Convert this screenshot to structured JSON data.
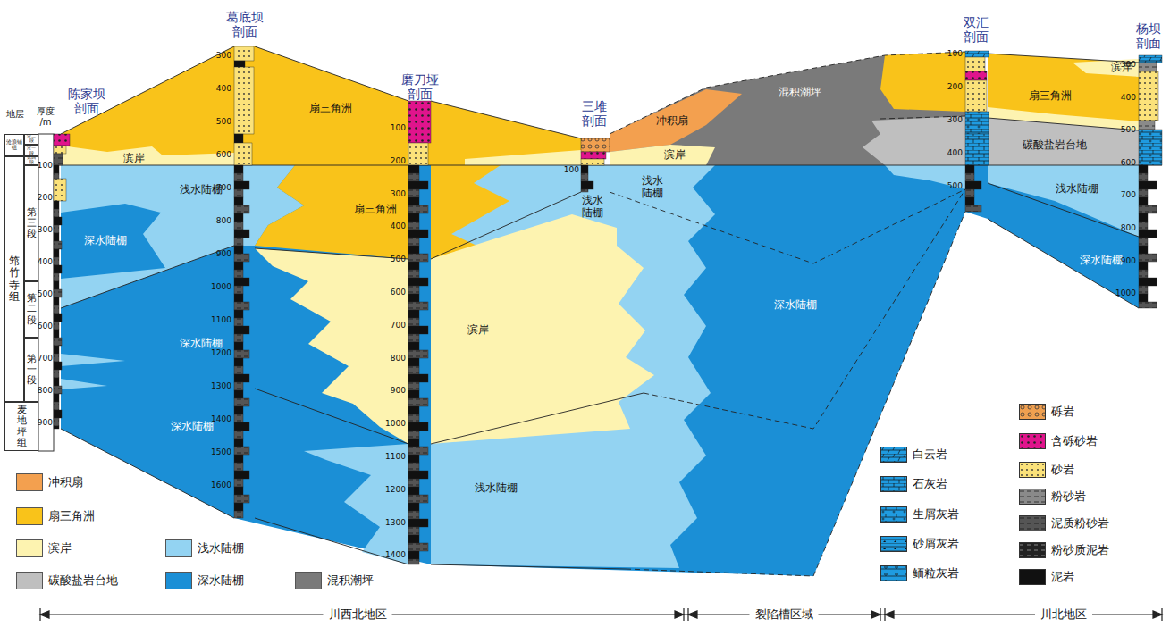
{
  "diagram": {
    "nodes": [
      {
        "text": [
          "沧浪铺组"
        ]
      },
      {
        "text": [
          "沧二段"
        ]
      },
      {
        "text": [
          "沧一段"
        ]
      },
      {
        "text": [
          "筇竹寺组"
        ]
      },
      {
        "text": [
          "第四段"
        ]
      },
      {
        "text": [
          "第三段"
        ]
      },
      {
        "text": [
          "第二段"
        ]
      },
      {
        "text": [
          "第一段"
        ]
      },
      {
        "text": [
          "麦地坪组"
        ]
      }
    ],
    "labels": [
      "陈家坝 剖面",
      "葛底坝 剖面",
      "磨刀垭 剖面",
      "三堆 剖面",
      "双汇 剖面",
      "杨坝 剖面",
      "地层",
      "厚度 /m",
      "扇三角洲",
      "滨岸",
      "浅水陆棚",
      "扇三角洲",
      "深水陆棚",
      "深水陆棚",
      "滨岸",
      "深水陆棚",
      "浅水陆棚",
      "冲积扇",
      "混积潮坪",
      "滨岸",
      "浅水 陆棚",
      "浅水 陆棚",
      "深水陆棚",
      "扇三角洲",
      "滨岸",
      "碳酸盐岩台地",
      "浅水陆棚",
      "深水陆棚",
      "川西北地区",
      "裂陷槽区域",
      "川北地区",
      "100",
      "200",
      "300",
      "400",
      "500",
      "600",
      "700",
      "800",
      "900",
      "300",
      "400",
      "500",
      "600",
      "700",
      "800",
      "900",
      "1000",
      "1100",
      "1200",
      "1300",
      "1400",
      "1500",
      "1600",
      "100",
      "200",
      "300",
      "400",
      "500",
      "600",
      "700",
      "800",
      "900",
      "1000",
      "1100",
      "1200",
      "1300",
      "1400",
      "100",
      "100",
      "200",
      "300",
      "400",
      "500",
      "300",
      "400",
      "500",
      "600",
      "700",
      "800",
      "900",
      "1000"
    ],
    "legend": [
      {
        "text": "冲积扇",
        "color": "#f3a04f"
      },
      {
        "text": "扇三角洲",
        "color": "#f9c31a"
      },
      {
        "text": "滨岸",
        "color": "#fdf3b0"
      },
      {
        "text": "浅水陆棚",
        "color": "#93d3f2"
      },
      {
        "text": "碳酸盐岩台地",
        "color": "#bfbfbf"
      },
      {
        "text": "深水陆棚",
        "color": "#1b8fd6"
      },
      {
        "text": "混积潮坪",
        "color": "#7a7a7a"
      },
      {
        "text": "白云岩"
      },
      {
        "text": "石灰岩"
      },
      {
        "text": "生屑灰岩"
      },
      {
        "text": "砂屑灰岩"
      },
      {
        "text": "鲕粒灰岩"
      },
      {
        "text": "砾岩"
      },
      {
        "text": "含砾砂岩"
      },
      {
        "text": "砂岩"
      },
      {
        "text": "粉砂岩"
      },
      {
        "text": "泥质粉砂岩"
      },
      {
        "text": "粉砂质泥岩"
      },
      {
        "text": "泥岩"
      }
    ]
  }
}
